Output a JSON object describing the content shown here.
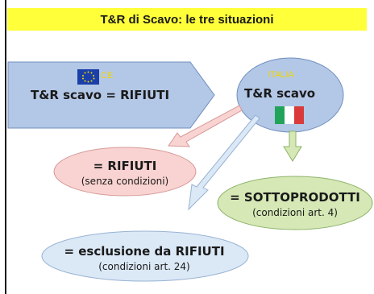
{
  "title": "T&R di Scavo: le tre situazioni",
  "colors": {
    "title_bg": "#ffff3a",
    "ce_shape": "#b3c7e6",
    "italia_shape": "#b3c7e6",
    "rifiuti_shape": "#f8d3d1",
    "sottoprodotti_shape": "#d5e8b5",
    "esclusione_shape": "#dbe8f6",
    "yellow_label": "#f2d600",
    "eu_flag": "#1a3fa8",
    "italy_green": "#21a35a",
    "italy_red": "#d93b3b"
  },
  "ce_box": {
    "label": "CE",
    "text": "T&R scavo = RIFIUTI",
    "flag_icon": "eu-flag-icon"
  },
  "italia_box": {
    "label": "ITALIA",
    "text": "T&R scavo",
    "flag_icon": "italy-flag-icon"
  },
  "outcomes": [
    {
      "title": "= RIFIUTI",
      "subtitle": "(senza condizioni)"
    },
    {
      "title": "= SOTTOPRODOTTI",
      "subtitle": "(condizioni art. 4)"
    },
    {
      "title": "= esclusione da RIFIUTI",
      "subtitle": "(condizioni art. 24)"
    }
  ]
}
